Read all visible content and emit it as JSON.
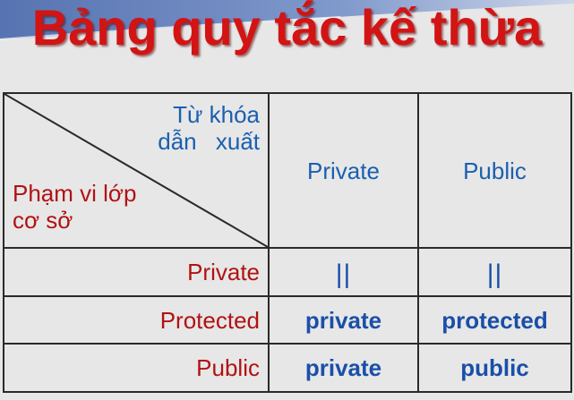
{
  "title": "Bảng quy tắc kế thừa",
  "table": {
    "corner": {
      "top_line1": "Từ khóa",
      "top_line2": "dẫn xuất",
      "bottom_line1": "Phạm vi lớp",
      "bottom_line2": "cơ sở"
    },
    "columns": [
      "Private",
      "Public"
    ],
    "rows": [
      {
        "label": "Private",
        "cells": [
          "||",
          "||"
        ]
      },
      {
        "label": "Protected",
        "cells": [
          "private",
          "protected"
        ]
      },
      {
        "label": "Public",
        "cells": [
          "private",
          "public"
        ]
      }
    ]
  },
  "colors": {
    "title": "#d21414",
    "blue_text": "#1a5fb0",
    "red_text": "#b11212",
    "background": "#e7e7e7"
  }
}
